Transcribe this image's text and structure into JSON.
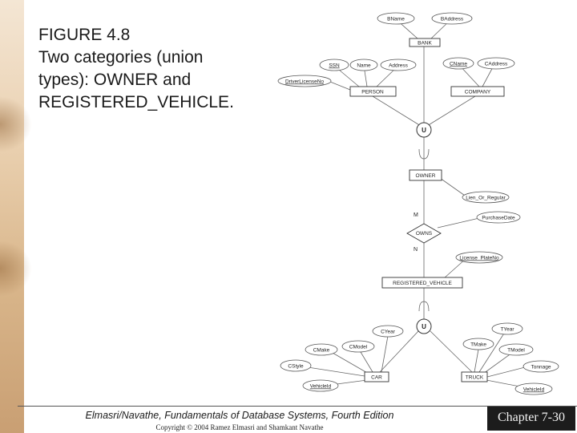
{
  "slide": {
    "title_lines": [
      "FIGURE 4.8",
      "Two categories (union",
      "types): OWNER and",
      "REGISTERED_VEHICLE."
    ],
    "footer": "Elmasri/Navathe, Fundamentals of Database Systems, Fourth Edition",
    "copyright": "Copyright © 2004 Ramez Elmasri and Shamkant Navathe",
    "chapter": "Chapter 7-30"
  },
  "diagram": {
    "entities": {
      "bank": "BANK",
      "person": "PERSON",
      "company": "COMPANY",
      "owner": "OWNER",
      "registered_vehicle": "REGISTERED_VEHICLE",
      "car": "CAR",
      "truck": "TRUCK"
    },
    "relationship": "OWNS",
    "cardinality": {
      "owner_side": "M",
      "vehicle_side": "N"
    },
    "union_symbol": "U",
    "attributes": {
      "bname": "BName",
      "baddress": "BAddress",
      "ssn": "SSN",
      "name": "Name",
      "address": "Address",
      "driver_license_no": "DriverLicenseNo",
      "cname": "CName",
      "caddress": "CAddress",
      "lien_or_regular": "Lien_Or_Regular",
      "purchase_date": "PurchaseDate",
      "license_plate_no": "License_PlateNo",
      "cyear": "CYear",
      "cmake": "CMake",
      "cmodel": "CModel",
      "cstyle": "CStyle",
      "vehicle_id_car": "VehicleId",
      "tyear": "TYear",
      "tmake": "TMake",
      "tmodel": "TModel",
      "tonnage": "Tonnage",
      "vehicle_id_truck": "VehicleId"
    }
  }
}
